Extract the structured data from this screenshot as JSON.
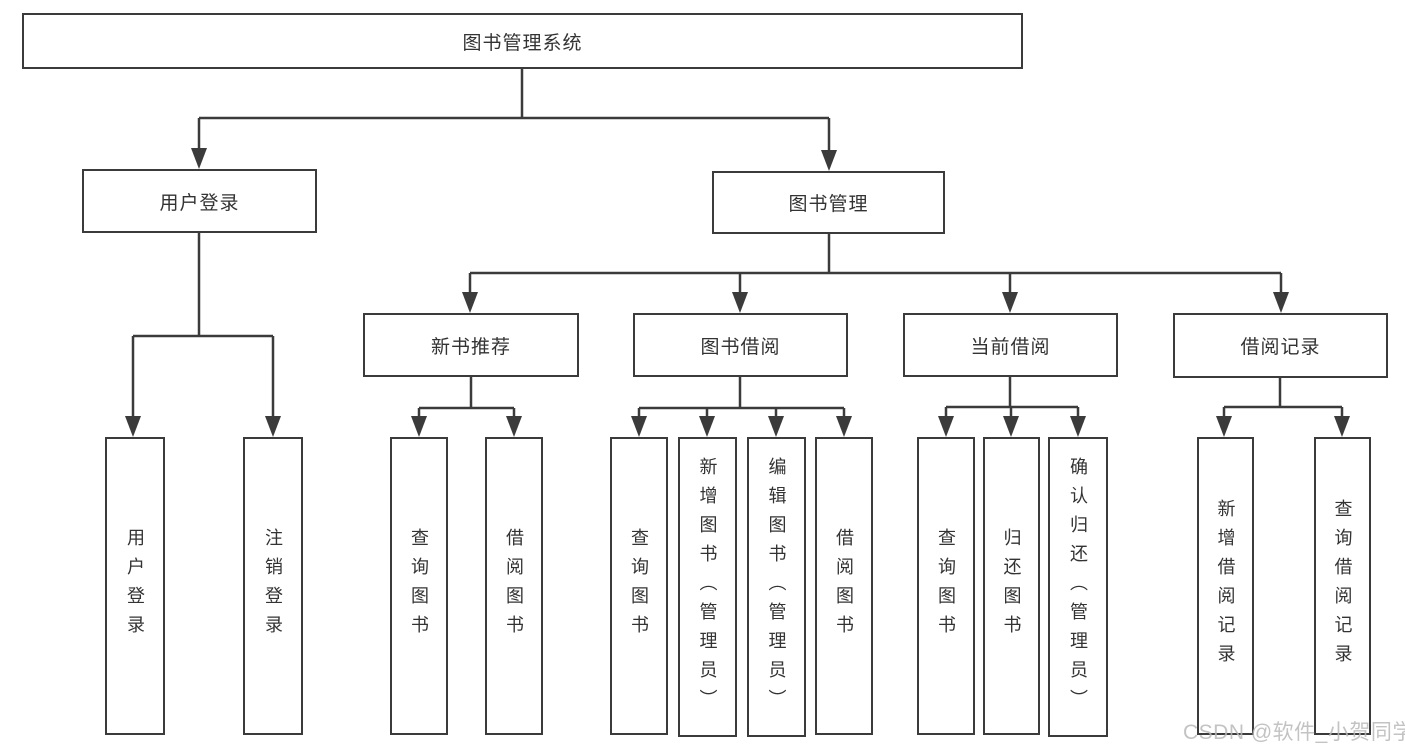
{
  "colors": {
    "line": "#3b3b3b",
    "text": "#333333",
    "background": "#ffffff",
    "watermark": "#b9b9b9"
  },
  "nodes": {
    "root": {
      "label": "图书管理系统"
    },
    "branches": [
      {
        "label": "用户登录"
      },
      {
        "label": "图书管理"
      }
    ],
    "sections": [
      {
        "label": "新书推荐"
      },
      {
        "label": "图书借阅"
      },
      {
        "label": "当前借阅"
      },
      {
        "label": "借阅记录"
      }
    ],
    "leaves": [
      {
        "label": "用户登录"
      },
      {
        "label": "注销登录"
      },
      {
        "label": "查询图书"
      },
      {
        "label": "借阅图书"
      },
      {
        "label": "查询图书"
      },
      {
        "label": "新增图书（管理员）"
      },
      {
        "label": "编辑图书（管理员）"
      },
      {
        "label": "借阅图书"
      },
      {
        "label": "查询图书"
      },
      {
        "label": "归还图书"
      },
      {
        "label": "确认归还（管理员）"
      },
      {
        "label": "新增借阅记录"
      },
      {
        "label": "查询借阅记录"
      }
    ]
  },
  "watermark": {
    "text": "CSDN @软件_小贺同学"
  }
}
